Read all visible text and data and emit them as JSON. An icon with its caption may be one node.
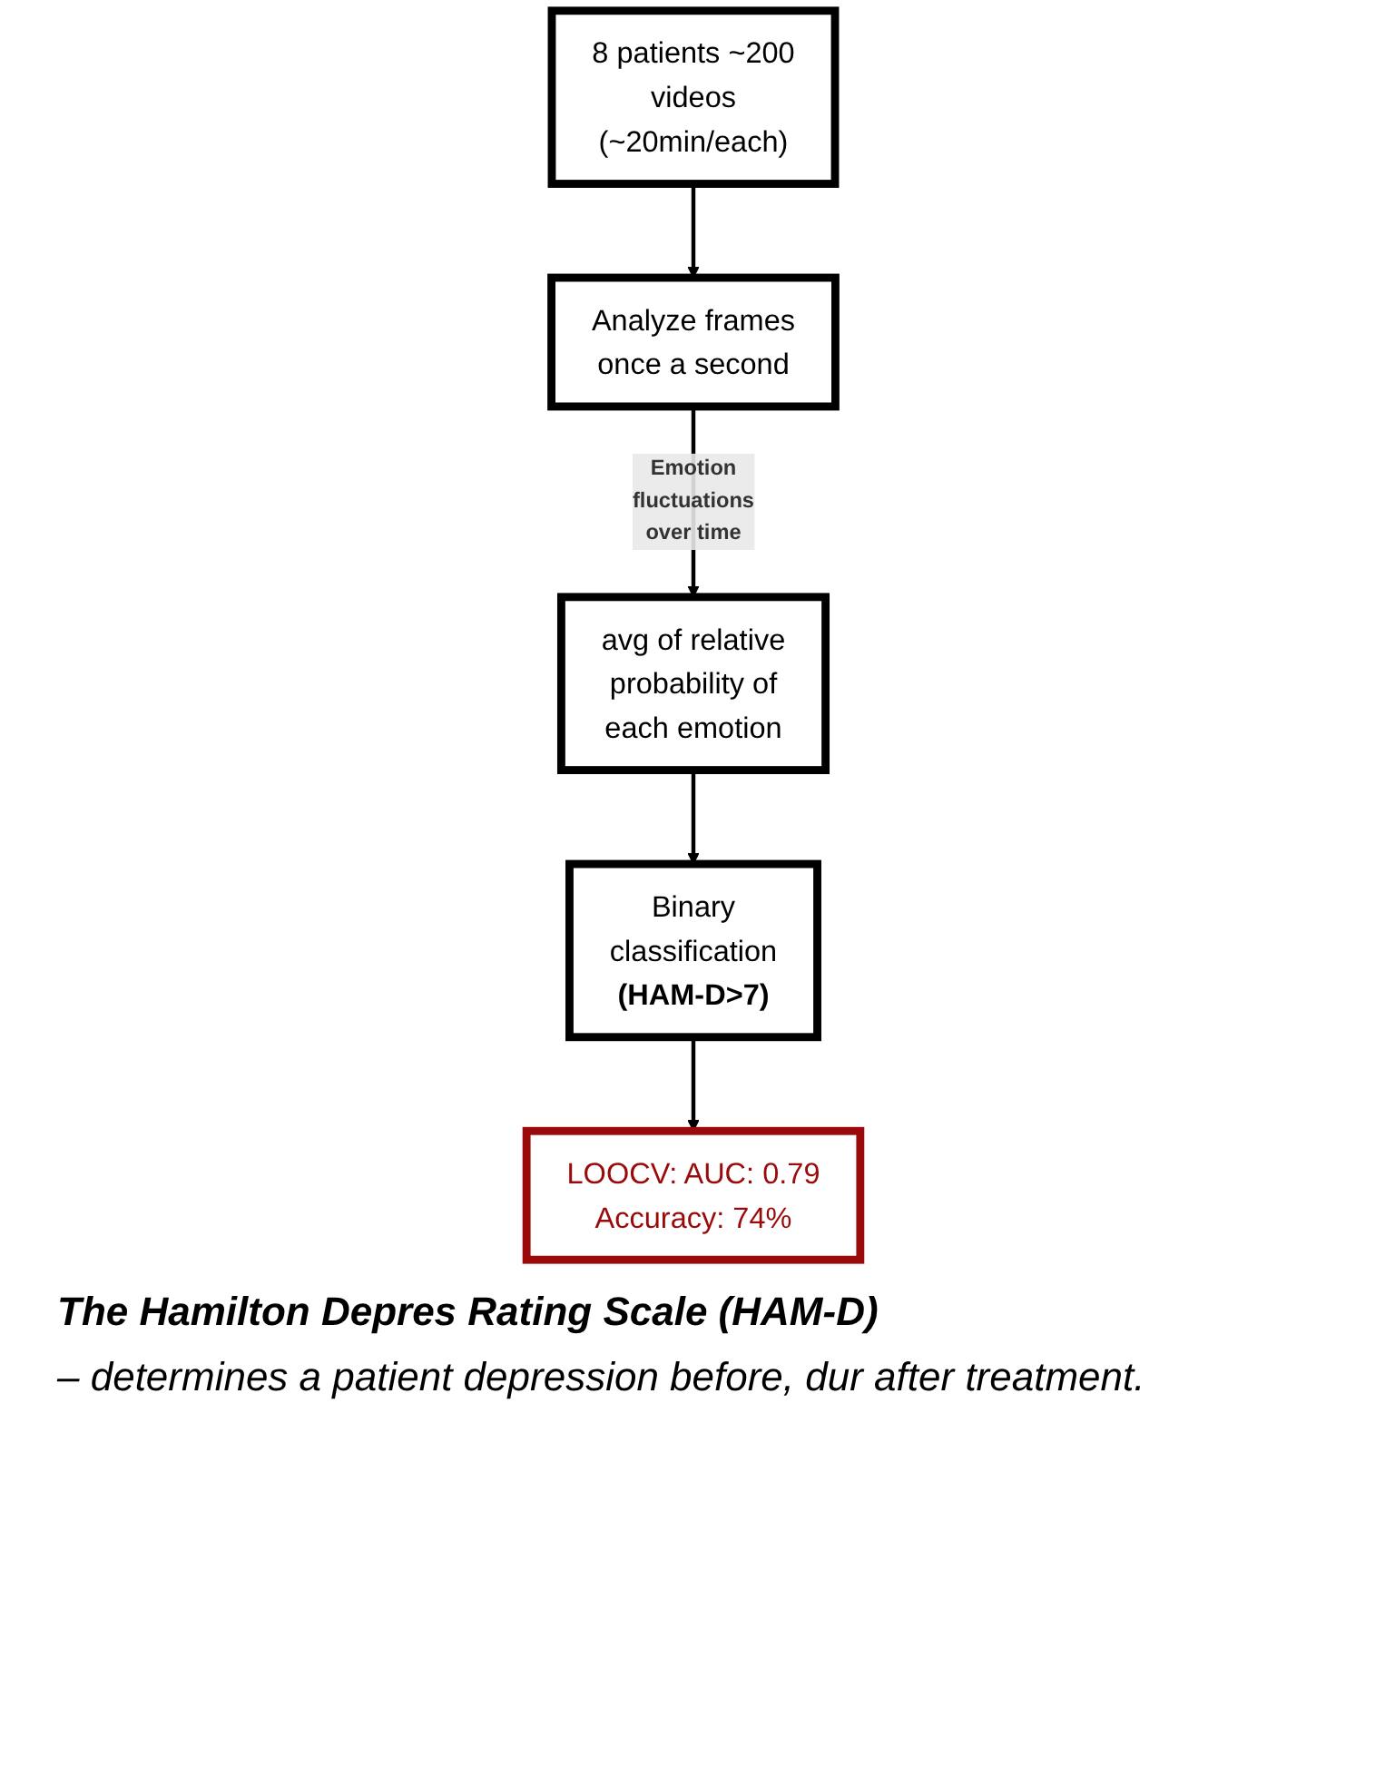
{
  "diagram": {
    "nodes": [
      {
        "text": [
          "8 patients ~200 videos (~20min/each)"
        ]
      },
      {
        "text": [
          "Analyze frames once a second"
        ]
      },
      {
        "text": [
          "avg of relative probability of each emotion"
        ]
      },
      {
        "text": [
          "Binary classification",
          "**(HAM-D>7)**"
        ]
      },
      {
        "text": [
          "LOOCV: AUC: 0.79 Accuracy: 74%"
        ]
      }
    ],
    "edges": [
      {
        "from": 0,
        "to": 1,
        "arrow": "to"
      },
      {
        "from": 1,
        "to": 2,
        "arrow": "to",
        "label": "Emotion fluctuations over time"
      },
      {
        "from": 2,
        "to": 3,
        "arrow": "to"
      },
      {
        "from": 3,
        "to": 4,
        "arrow": "to"
      }
    ],
    "labels": [
      "The Hamilton Depres Rating Scale (HAM-D)",
      "– determines a patient depression before, dur after treatment."
    ]
  }
}
